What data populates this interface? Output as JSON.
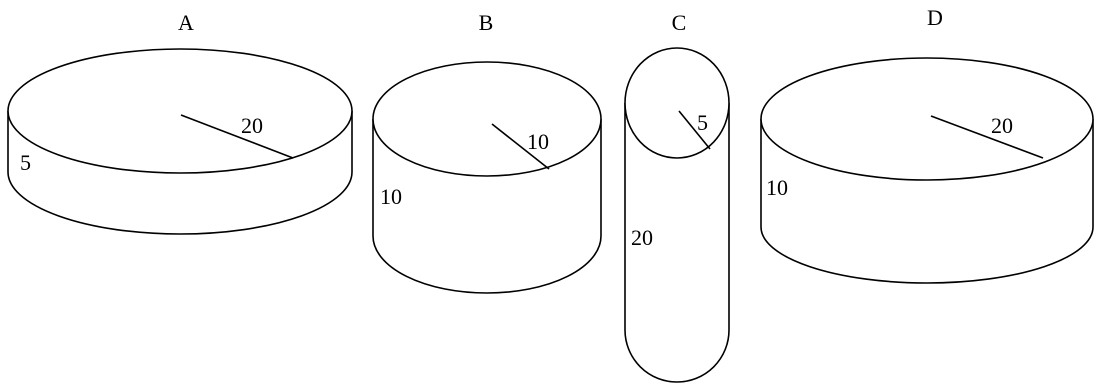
{
  "cylinders": [
    {
      "letter": "A",
      "radius_label": "20",
      "height_label": "5"
    },
    {
      "letter": "B",
      "radius_label": "10",
      "height_label": "10"
    },
    {
      "letter": "C",
      "radius_label": "5",
      "height_label": "20"
    },
    {
      "letter": "D",
      "radius_label": "20",
      "height_label": "10"
    }
  ],
  "colors": {
    "line": "#000000",
    "background": "#ffffff"
  }
}
